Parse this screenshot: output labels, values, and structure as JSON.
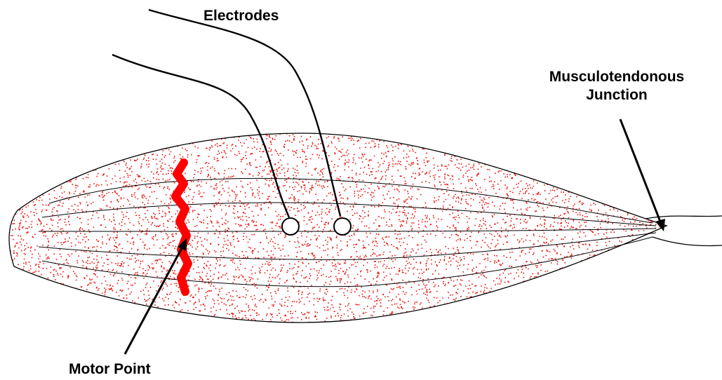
{
  "labels": {
    "electrodes": "Electrodes",
    "musculotendonous_line1": "Musculotendonous",
    "musculotendonous_line2": "Junction",
    "motor_point": "Motor Point"
  },
  "colors": {
    "muscle_stipple": "#e8140f",
    "motor_point": "#ff0000",
    "outline": "#000000",
    "electrode_fill": "#ffffff",
    "background": "#ffffff"
  },
  "icons": {
    "electrode": "electrode-circle-icon"
  }
}
